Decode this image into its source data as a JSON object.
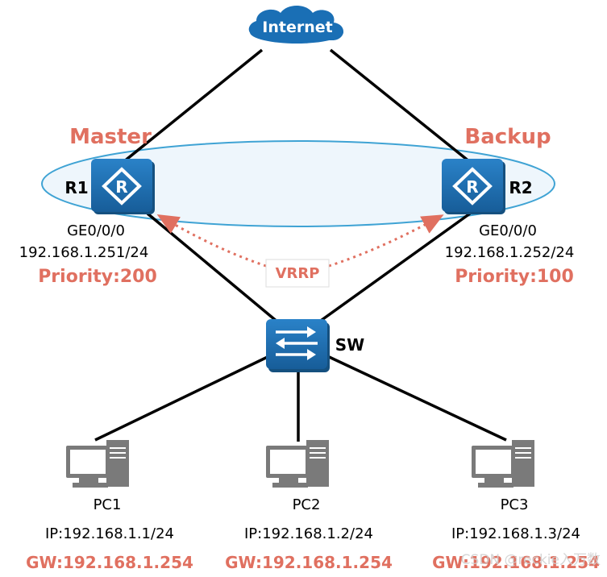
{
  "internet": {
    "label": "Internet"
  },
  "r1": {
    "role": "Master",
    "name": "R1",
    "interface": "GE0/0/0",
    "ip": "192.168.1.251/24",
    "priority": "Priority:200"
  },
  "r2": {
    "role": "Backup",
    "name": "R2",
    "interface": "GE0/0/0",
    "ip": "192.168.1.252/24",
    "priority": "Priority:100"
  },
  "vrrp": {
    "label": "VRRP"
  },
  "switch": {
    "name": "SW"
  },
  "pcs": [
    {
      "name": "PC1",
      "ip": "IP:192.168.1.1/24",
      "gw": "GW:192.168.1.254"
    },
    {
      "name": "PC2",
      "ip": "IP:192.168.1.2/24",
      "gw": "GW:192.168.1.254"
    },
    {
      "name": "PC3",
      "ip": "IP:192.168.1.3/24",
      "gw": "GW:192.168.1.254"
    }
  ],
  "watermark": "CSDN @reckie入万数",
  "colors": {
    "accent": "#e07060",
    "device_blue": "#1f6fb0",
    "cloud_blue": "#1a6fb5",
    "ellipse_stroke": "#3fa3d4",
    "ellipse_fill": "#eef6fc",
    "pc_gray": "#7a7a7a"
  }
}
